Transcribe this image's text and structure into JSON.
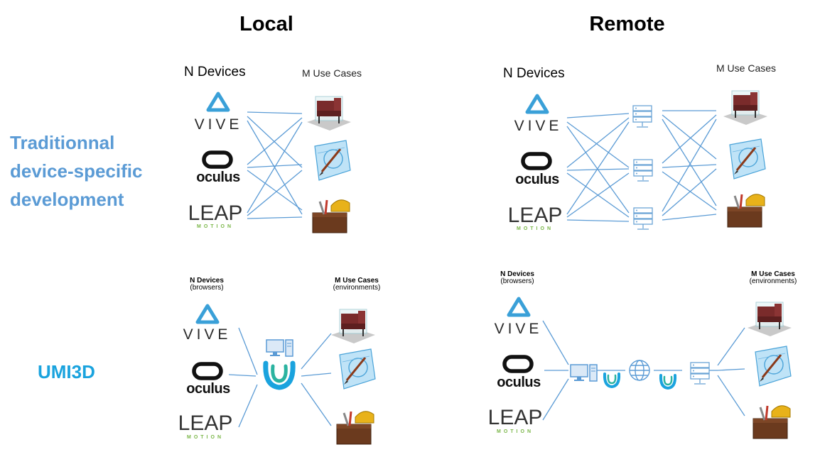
{
  "columns": {
    "local": "Local",
    "remote": "Remote"
  },
  "rows": {
    "traditional": [
      "Traditionnal",
      "device-specific",
      "development"
    ],
    "umi3d": "UMI3D"
  },
  "labels": {
    "n_devices": "N Devices",
    "m_use_cases": "M Use Cases",
    "browsers": "(browsers)",
    "environments": "(environments)"
  },
  "devices": {
    "vive": "VIVE",
    "oculus": "oculus",
    "leap": "LEAP",
    "motion": "MOTION"
  },
  "colors": {
    "row_title": "#5b9bd5",
    "umi3d_title": "#1aa3de",
    "lines": "#5b9bd5",
    "vive_blue": "#3aa0d8",
    "leap_green": "#7ab648"
  },
  "icons": [
    "vive-logo-icon",
    "oculus-logo-icon",
    "leap-motion-logo-icon",
    "armchair-icon",
    "blueprint-icon",
    "toolbox-icon",
    "server-icon",
    "computer-icon",
    "umi3d-logo-icon",
    "globe-icon"
  ]
}
